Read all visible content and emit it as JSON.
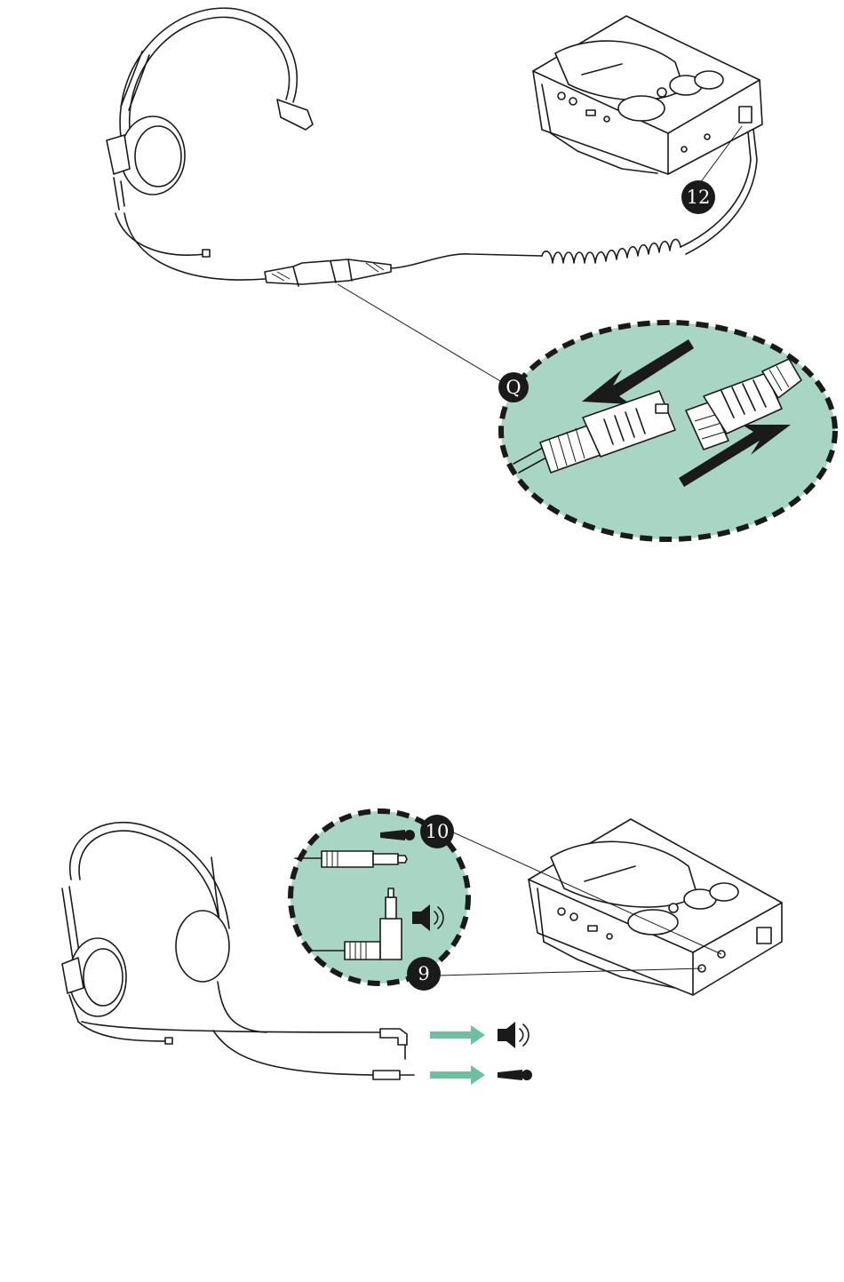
{
  "callouts": {
    "top_device_port": "12",
    "quick_disconnect": "Q",
    "mic_jack": "10",
    "speaker_jack": "9"
  },
  "colors": {
    "detail_fill": "#a9d5c4",
    "arrow_teal": "#6fbfa3",
    "ink": "#1a1a1a"
  },
  "icons": [
    "microphone-icon",
    "speaker-icon",
    "arrow-left-icon",
    "arrow-right-icon"
  ]
}
